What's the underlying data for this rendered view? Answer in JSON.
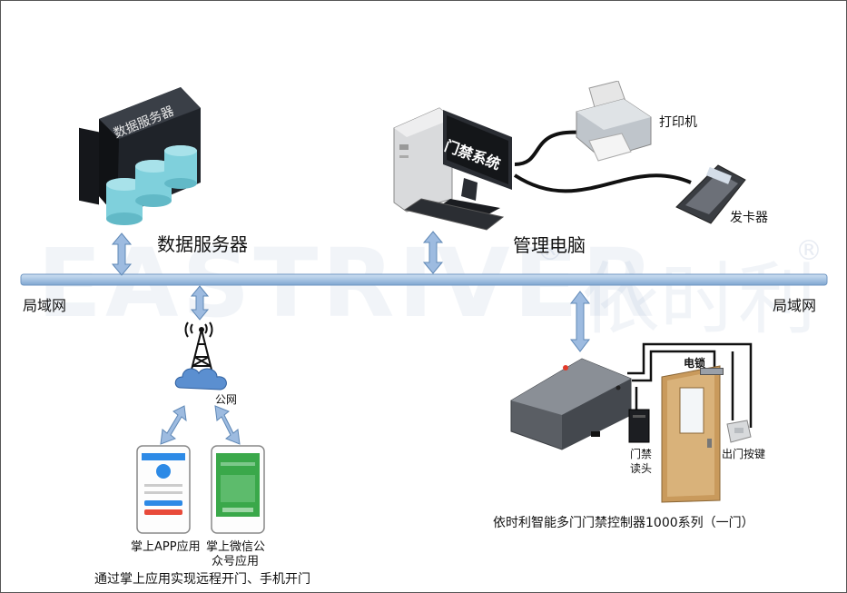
{
  "labels": {
    "data_server": "数据服务器",
    "server_box_text": "数据服务器",
    "admin_pc": "管理电脑",
    "monitor_text": "门禁系统",
    "printer": "打印机",
    "card_issuer": "发卡器",
    "lan_left": "局域网",
    "lan_right": "局域网",
    "public_net": "公网",
    "app_label": "掌上APP应用",
    "wechat_label_1": "掌上微信公",
    "wechat_label_2": "众号应用",
    "mobile_caption": "通过掌上应用实现远程开门、手机开门",
    "electric_lock": "电锁",
    "reader_1": "门禁",
    "reader_2": "读头",
    "exit_button": "出门按键",
    "controller_caption": "依时利智能多门门禁控制器1000系列（一门）"
  },
  "watermark": {
    "latin": "EASTRIVER",
    "chinese": "依时利",
    "reg_mark": "®"
  },
  "colors": {
    "bus": "#a7c4e2",
    "bus_border": "#6f96c2",
    "arrow": "#9dbbe0",
    "arrow_border": "#5f88b6",
    "server": "#1f2329",
    "cylinder": "#7fd0dc",
    "controller": "#5a5e64",
    "door": "#d9b27a",
    "phone_app": "#2d8ae6",
    "phone_wechat": "#3aa84a"
  }
}
